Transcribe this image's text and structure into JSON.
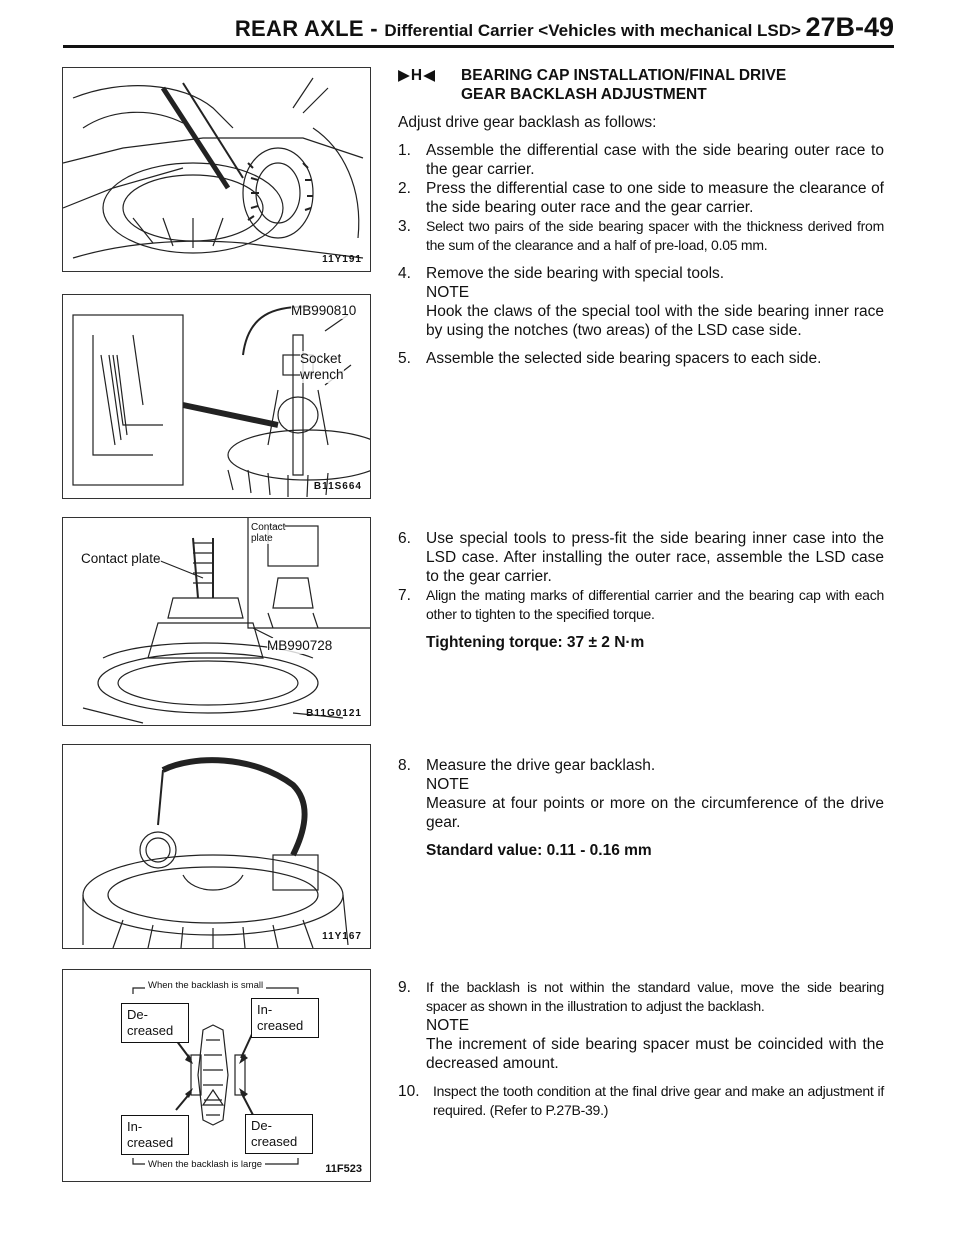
{
  "header": {
    "section": "REAR AXLE - ",
    "subsection": "Differential Carrier <Vehicles with mechanical LSD>",
    "page": "27B-49"
  },
  "figures": [
    {
      "code": "11Y191",
      "labels": []
    },
    {
      "code": "B11S664",
      "labels": [
        "MB990810",
        "Socket\nwrench"
      ]
    },
    {
      "code": "B11G0121",
      "labels": [
        "Contact plate",
        "Contact\nplate",
        "MB990728"
      ]
    },
    {
      "code": "11Y167",
      "labels": []
    },
    {
      "code": "11F523",
      "top_caption": "When the backlash is small",
      "bottom_caption": "When the backlash is large",
      "boxes": [
        "De-\ncreased",
        "In-\ncreased",
        "In-\ncreased",
        "De-\ncreased"
      ]
    }
  ],
  "section_title": {
    "marker": "▶H◀",
    "line1": "BEARING CAP INSTALLATION/FINAL DRIVE",
    "line2": "GEAR BACKLASH ADJUSTMENT"
  },
  "intro": "Adjust drive gear backlash as follows:",
  "steps": [
    {
      "n": "1.",
      "text": "Assemble the differential case with the side bearing outer race to the gear carrier."
    },
    {
      "n": "2.",
      "text": "Press the differential case to one side to measure the clearance of the side bearing outer race and the gear carrier."
    },
    {
      "n": "3.",
      "text": "Select two pairs of the side bearing spacer with the thickness derived from the sum of the clearance and a half of pre-load, 0.05  mm."
    },
    {
      "n": "4.",
      "text": "Remove the side bearing with special tools."
    },
    {
      "n": "5.",
      "text": "Assemble the selected side bearing spacers to each side."
    },
    {
      "n": "6.",
      "text": "Use special tools to press-fit the side bearing inner case into the LSD case. After installing the outer race, assemble the LSD case to the gear carrier."
    },
    {
      "n": "7.",
      "text": "Align the mating marks of differential carrier and the bearing cap with each other to tighten to the specified torque."
    },
    {
      "n": "8.",
      "text": "Measure the drive gear backlash."
    },
    {
      "n": "9.",
      "text": "If the backlash is not within the standard value, move the side bearing spacer as shown in the illustration to adjust the backlash."
    },
    {
      "n": "10.",
      "text": "Inspect the tooth condition at the final drive gear and make an adjustment if required. (Refer to P.27B-39.)"
    }
  ],
  "notes": {
    "heading": "NOTE",
    "note4": "Hook the claws of the special tool with the side bearing inner race by using the notches (two areas) of the LSD case side.",
    "note8": "Measure at four points or more on the circumference of the drive gear.",
    "note9": "The increment of side bearing spacer must be coincided with the decreased amount."
  },
  "specs": {
    "torque": "Tightening torque: 37 ± 2 N·m",
    "standard": "Standard value: 0.11  -  0.16 mm"
  }
}
